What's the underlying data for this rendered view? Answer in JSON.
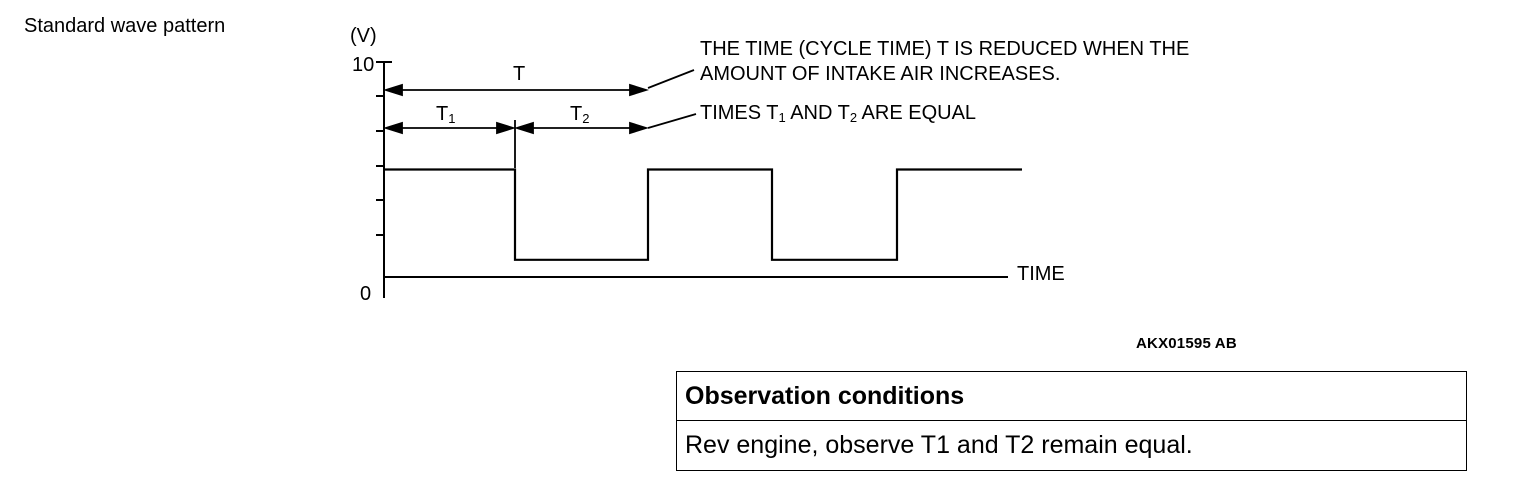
{
  "page_label": "Standard wave pattern",
  "figure_id": "AKX01595 AB",
  "chart_data": {
    "type": "line",
    "y_unit_label": "(V)",
    "x_axis_label": "TIME",
    "ylim": [
      0,
      10
    ],
    "y_tick_labels": [
      "0",
      "10"
    ],
    "step_waveform": {
      "high_level_v": 5,
      "low_level_v": 0.8,
      "transitions": [
        "fall",
        "rise",
        "fall",
        "rise"
      ]
    },
    "dimension_labels": {
      "cycle": "T",
      "first_half": "T1",
      "second_half": "T2"
    },
    "annotations": [
      {
        "line1": "THE TIME (CYCLE TIME) T IS REDUCED WHEN THE",
        "line2": "AMOUNT OF INTAKE AIR INCREASES."
      },
      {
        "line1": "TIMES T1 AND T2 ARE EQUAL"
      }
    ]
  },
  "observation": {
    "header": "Observation conditions",
    "text": "Rev engine, observe T1 and T2 remain equal."
  }
}
